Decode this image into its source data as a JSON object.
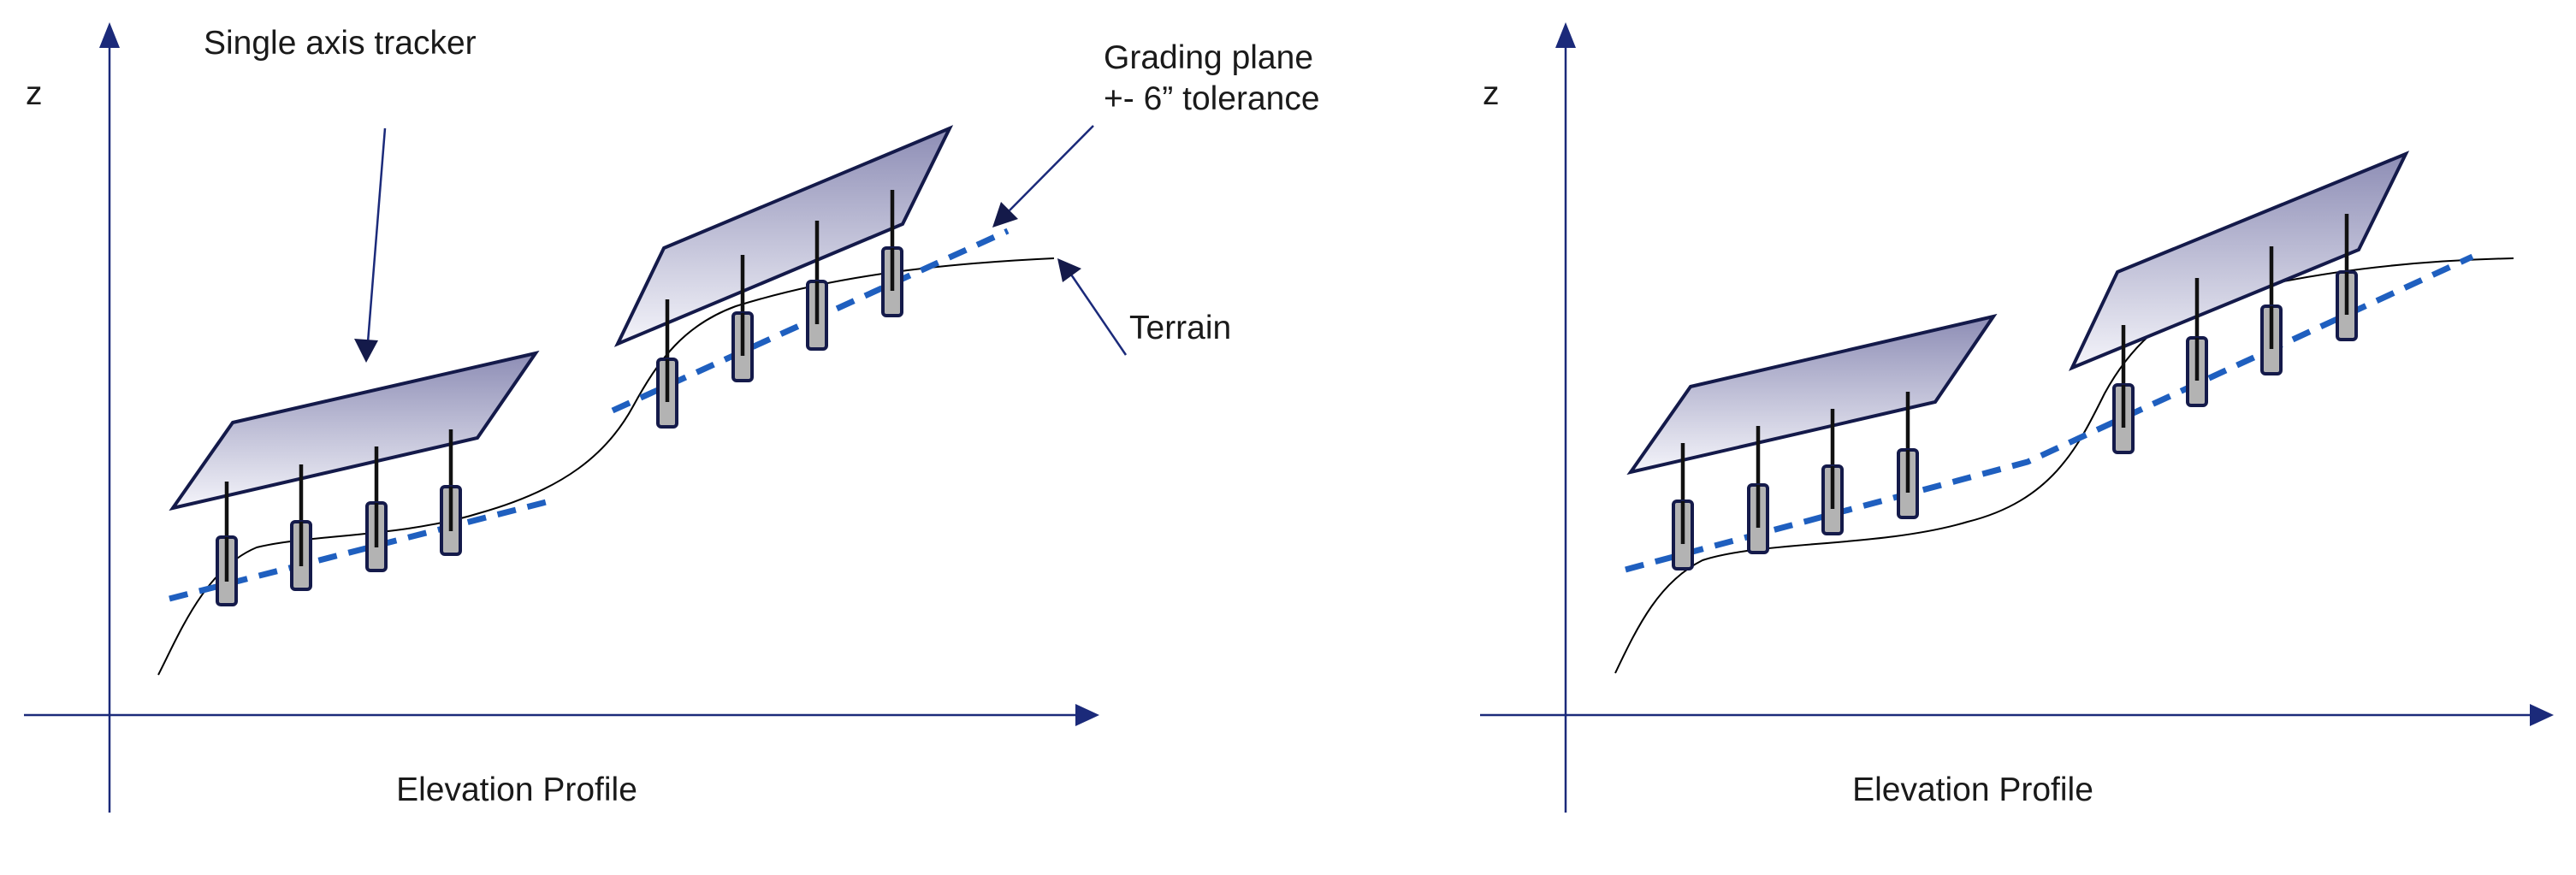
{
  "left": {
    "z_label": "z",
    "tracker_label": "Single axis tracker",
    "grading_label_line1": "Grading plane",
    "grading_label_line2": "+- 6” tolerance",
    "terrain_label": "Terrain",
    "caption": "Elevation Profile"
  },
  "right": {
    "z_label": "z",
    "caption": "Elevation Profile"
  },
  "colors": {
    "axis": "#1b2a7a",
    "grading_plane": "#1f5fbf",
    "panel_light": "#f4f4fa",
    "panel_dark": "#8d8db5",
    "pile": "#b3b3b3"
  }
}
